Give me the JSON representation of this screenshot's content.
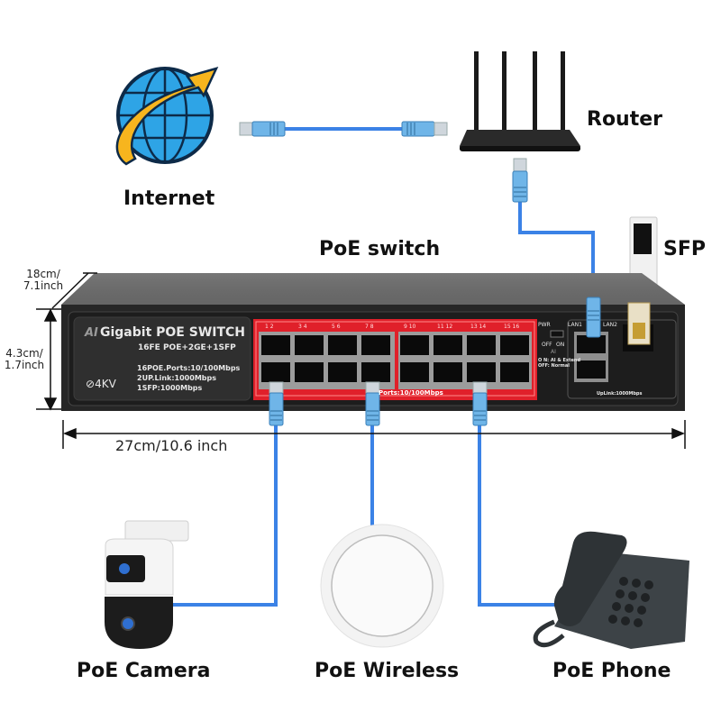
{
  "labels": {
    "internet": "Internet",
    "router": "Router",
    "sfp": "SFP",
    "poe_switch": "PoE switch",
    "poe_camera": "PoE Camera",
    "poe_wireless": "PoE Wireless",
    "poe_phone": "PoE Phone"
  },
  "dimensions": {
    "depth": "18cm/\n7.1inch",
    "height": "4.3cm/\n1.7inch",
    "width": "27cm/10.6 inch"
  },
  "switch_panel": {
    "brand_ai": "AI",
    "title": "Gigabit POE SWITCH",
    "subtitle": "16FE POE+2GE+1SFP",
    "spec_1": "16POE.Ports:10/100Mbps",
    "spec_2": "2UP.Link:1000Mbps",
    "spec_3": "1SFP:1000Mbps",
    "surge": "4KV",
    "port_pairs": [
      "1 2",
      "3 4",
      "5 6",
      "7 8",
      "9 10",
      "11 12",
      "13 14",
      "15 16"
    ],
    "ports_caption": "Ports:10/100Mbps",
    "pwr": "PWR",
    "off": "OFF",
    "on": "ON",
    "ai": "AI",
    "mode_on": "O N: AI & Extend",
    "mode_off": "OFF: Normal",
    "lan1": "LAN1",
    "lan2": "LAN2",
    "uplink_caption": "UpLink:1000Mbps"
  },
  "colors": {
    "cable": "#3b82e6",
    "panel_red": "#e0202a",
    "switch_body": "#2b2b2b"
  }
}
